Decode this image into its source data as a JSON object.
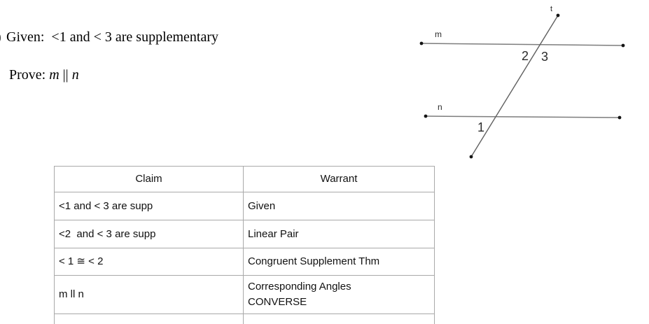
{
  "problem": {
    "list_marker": ")",
    "given_text": "Given:  <1 and < 3 are supplementary",
    "prove_label": "Prove: ",
    "prove_line_m": "m",
    "prove_parallel_symbol": "||",
    "prove_line_n": "n"
  },
  "diagram": {
    "line_m_label": "m",
    "line_n_label": "n",
    "transversal_label": "t",
    "angle_1_label": "1",
    "angle_2_label": "2",
    "angle_3_label": "3",
    "line_color": "#7d7d7d",
    "transversal_color": "#606060",
    "dot_color": "#141414"
  },
  "table": {
    "border_color": "#a9a9a9",
    "columns": {
      "claim": "Claim",
      "warrant": "Warrant"
    },
    "rows": [
      {
        "claim": "<1 and < 3 are supp",
        "warrant": "Given"
      },
      {
        "claim": "<2  and < 3 are supp",
        "warrant": "Linear Pair"
      },
      {
        "claim": "< 1 ≅ < 2",
        "warrant": "Congruent Supplement Thm"
      },
      {
        "claim": "m ll n",
        "warrant": "Corresponding Angles",
        "warrant_line2": "CONVERSE"
      },
      {
        "claim": "",
        "warrant": ""
      }
    ]
  }
}
